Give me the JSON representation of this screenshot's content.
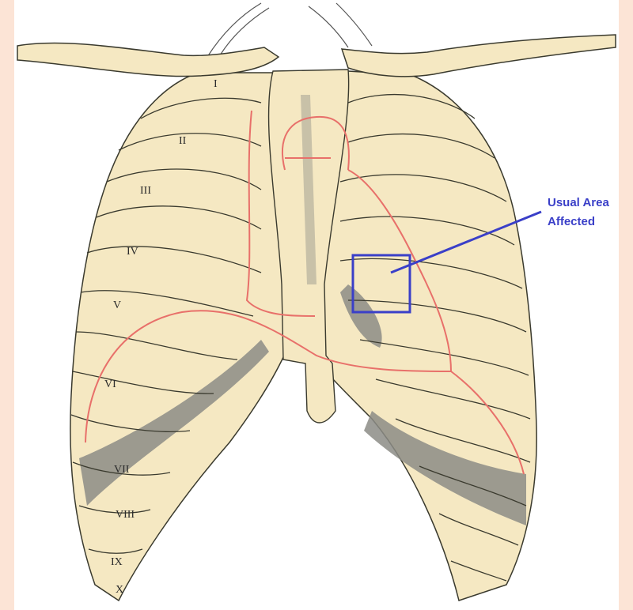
{
  "colors": {
    "page_bg": "#fce4d6",
    "panel_bg": "#ffffff",
    "bone": "#f5e8c2",
    "bone_outline": "#3a3a2e",
    "pleura_shade": "#8c8c86",
    "heart_outline": "#e8706a",
    "callout": "#3a3fc8"
  },
  "callout": {
    "line1": "Usual Area",
    "line2": "Affected",
    "icon": "highlight-box"
  },
  "rib_labels": [
    "I",
    "II",
    "III",
    "IV",
    "V",
    "VI",
    "VII",
    "VIII",
    "IX",
    "X"
  ]
}
